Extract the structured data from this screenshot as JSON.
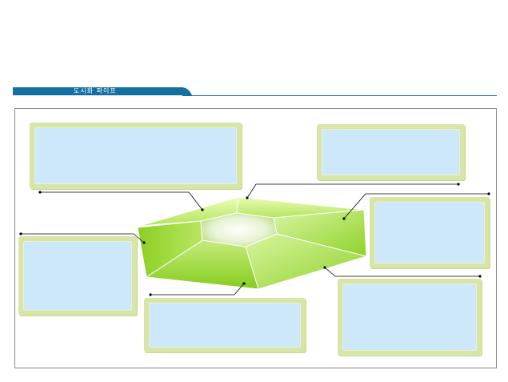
{
  "header": {
    "title": "도시화 파이프"
  },
  "colors": {
    "header_band": "#1370a0",
    "header_line": "#1370a0",
    "box_border": "#d7e6a8",
    "box_fill": "#cde8fb",
    "prism_light": "#d6f59e",
    "prism_mid": "#a8dd4c",
    "prism_dark": "#7fc21a",
    "leader_line": "#000000"
  },
  "callouts": [
    {
      "id": "top-left",
      "text": ""
    },
    {
      "id": "top-right",
      "text": ""
    },
    {
      "id": "left",
      "text": ""
    },
    {
      "id": "right-upper",
      "text": ""
    },
    {
      "id": "bottom-center",
      "text": ""
    },
    {
      "id": "bottom-right",
      "text": ""
    }
  ]
}
